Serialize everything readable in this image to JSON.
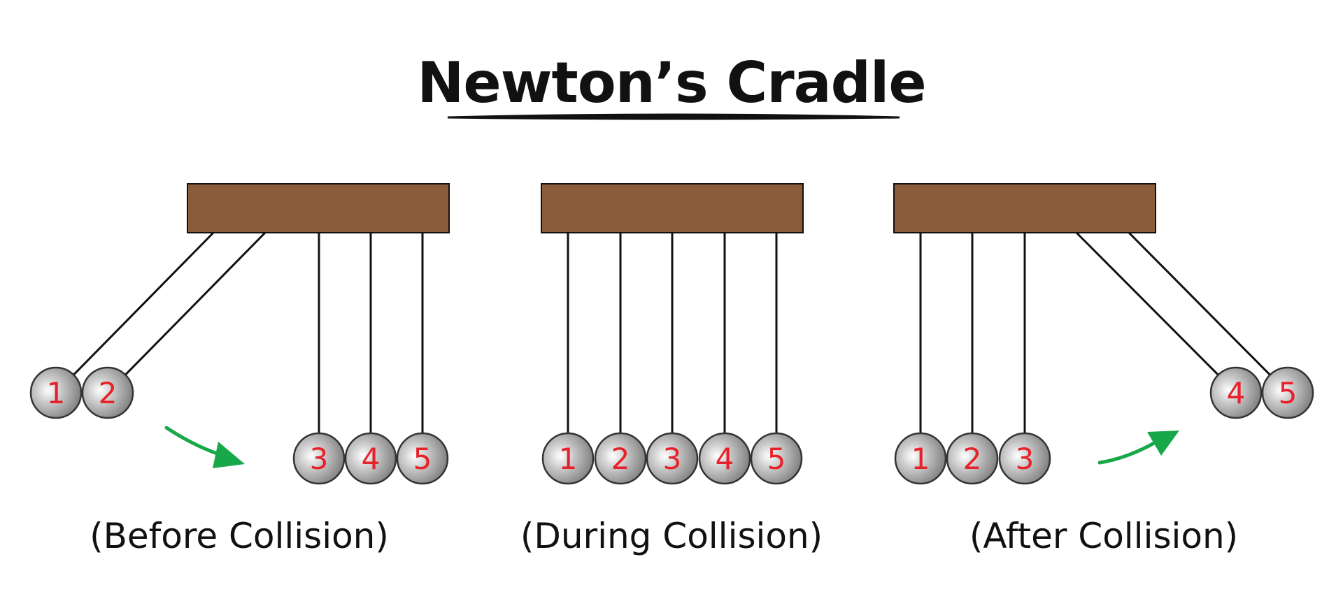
{
  "title": "Newton’s Cradle",
  "colors": {
    "frame": "#8a5c3a",
    "ball_edge": "#333333",
    "ball_light": "#ffffff",
    "ball_dark": "#6e6e6e",
    "number": "#e8202a",
    "arrow": "#18a84a",
    "string": "#111111"
  },
  "panels": [
    {
      "caption": "(Before Collision)",
      "balls": [
        "1",
        "2",
        "3",
        "4",
        "5"
      ]
    },
    {
      "caption": "(During Collision)",
      "balls": [
        "1",
        "2",
        "3",
        "4",
        "5"
      ]
    },
    {
      "caption": "(After Collision)",
      "balls": [
        "1",
        "2",
        "3",
        "4",
        "5"
      ]
    }
  ]
}
